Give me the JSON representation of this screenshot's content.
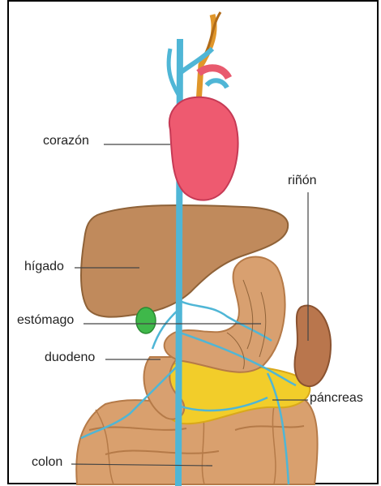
{
  "labels": {
    "heart": "corazón",
    "kidney": "riñón",
    "liver": "hígado",
    "stomach": "estómago",
    "duodenum": "duodeno",
    "pancreas": "páncreas",
    "colon": "colon"
  },
  "colors": {
    "heart": "#ee5a70",
    "liver": "#c08a5c",
    "stomach": "#d8a070",
    "kidney": "#b9764d",
    "pancreas": "#f2cd2a",
    "colon": "#d9a06e",
    "vessel_blue": "#4fb6d6",
    "vessel_orange": "#e0962a",
    "gallbladder": "#3fb84a",
    "leader_line": "#444444"
  }
}
